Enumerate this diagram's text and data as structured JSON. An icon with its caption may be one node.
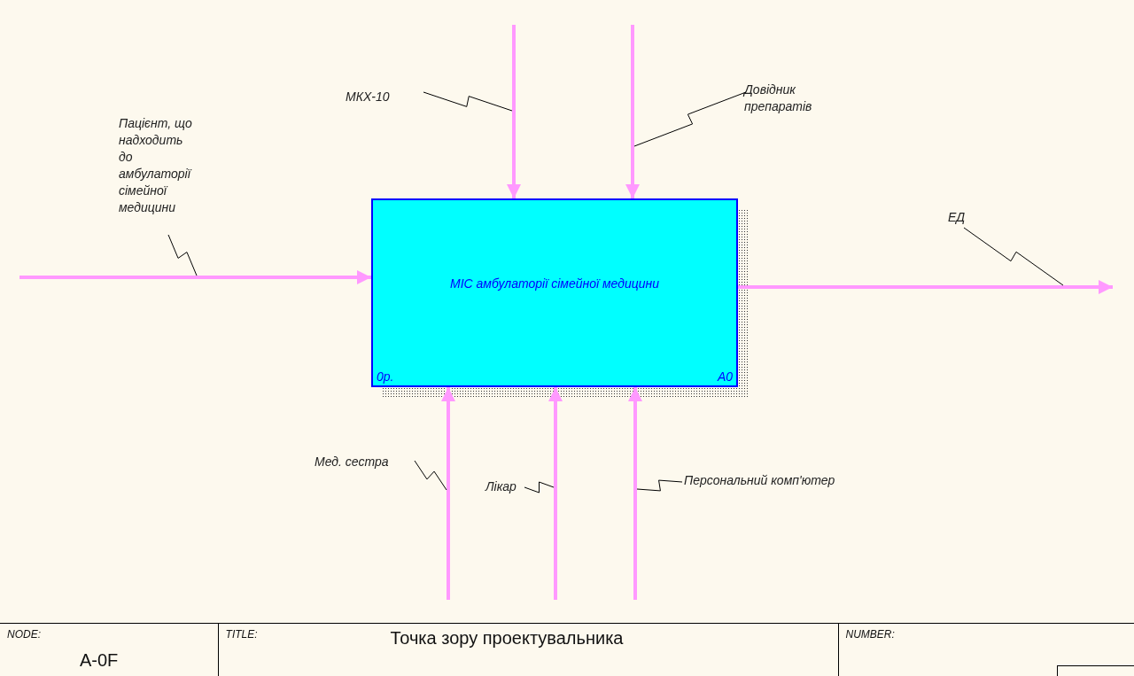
{
  "diagram": {
    "nodes": [
      {
        "text": [
          "МІС амбулаторії сімейної медицини",
          "0р.",
          "A0"
        ]
      },
      {
        "text": [
          "Пацієнт, що надходить до амбулаторії сімейної медицини"
        ]
      },
      {
        "text": [
          "МКХ-10"
        ]
      },
      {
        "text": [
          "Довідник препаратів"
        ]
      },
      {
        "text": [
          "ЕД"
        ]
      },
      {
        "text": [
          "Мед. сестра"
        ]
      },
      {
        "text": [
          "Лікар"
        ]
      },
      {
        "text": [
          "Персональний комп'ютер"
        ]
      }
    ],
    "edges": [
      {
        "from": null,
        "to": 0,
        "arrow": "to",
        "style": "thick",
        "color": "#ff99ff"
      },
      {
        "from": null,
        "to": 0,
        "arrow": "to",
        "style": "thick",
        "color": "#ff99ff"
      },
      {
        "from": null,
        "to": 0,
        "arrow": "to",
        "style": "thick",
        "color": "#ff99ff"
      },
      {
        "from": 0,
        "to": null,
        "arrow": "to",
        "style": "thick",
        "color": "#ff99ff"
      },
      {
        "from": null,
        "to": 0,
        "arrow": "to",
        "style": "thick",
        "color": "#ff99ff"
      },
      {
        "from": null,
        "to": 0,
        "arrow": "to",
        "style": "thick",
        "color": "#ff99ff"
      },
      {
        "from": null,
        "to": 0,
        "arrow": "to",
        "style": "thick",
        "color": "#ff99ff"
      },
      {
        "from": 1,
        "to": null,
        "arrow": "none",
        "color": "#000000"
      },
      {
        "from": 2,
        "to": null,
        "arrow": "none",
        "color": "#000000"
      },
      {
        "from": 3,
        "to": null,
        "arrow": "none",
        "color": "#000000"
      },
      {
        "from": 4,
        "to": null,
        "arrow": "none",
        "color": "#000000"
      },
      {
        "from": 5,
        "to": null,
        "arrow": "none",
        "color": "#000000"
      },
      {
        "from": 6,
        "to": null,
        "arrow": "none",
        "color": "#000000"
      },
      {
        "from": 7,
        "to": null,
        "arrow": "none",
        "color": "#000000"
      }
    ],
    "labels": [
      "NODE:",
      "A-0F",
      "TITLE:",
      "Точка зору проектувальника",
      "NUMBER:"
    ]
  }
}
